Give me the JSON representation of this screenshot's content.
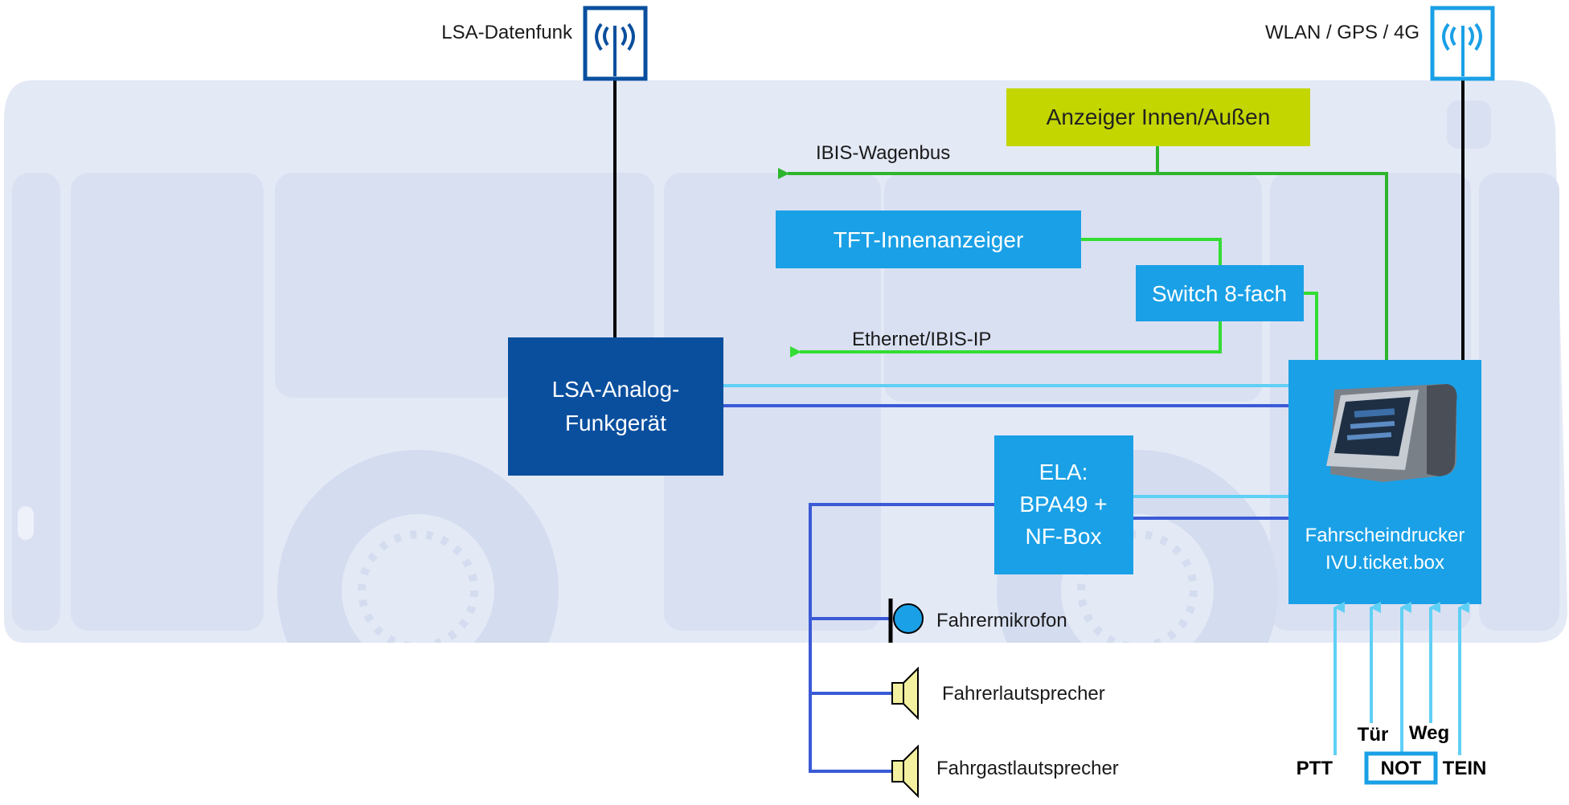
{
  "antennas": {
    "lsa_label": "LSA-Datenfunk",
    "wlan_label": "WLAN / GPS / 4G"
  },
  "boxes": {
    "anzeiger": "Anzeiger Innen/Außen",
    "tft": "TFT-Innenanzeiger",
    "switch": "Switch 8-fach",
    "lsa_line1": "LSA-Analog-",
    "lsa_line2": "Funkgerät",
    "ela_line1": "ELA:",
    "ela_line2": "BPA49 +",
    "ela_line3": "NF-Box",
    "ticket_line1": "Fahrscheindrucker",
    "ticket_line2": "IVU.ticket.box"
  },
  "buses": {
    "ibis_wagenbus": "IBIS-Wagenbus",
    "ethernet": "Ethernet/IBIS-IP"
  },
  "audio": {
    "mic": "Fahrermikrofon",
    "driver_speaker": "Fahrerlautsprecher",
    "passenger_speaker": "Fahrgastlautsprecher"
  },
  "signals": {
    "ptt": "PTT",
    "tuer": "Tür",
    "not": "NOT",
    "weg": "Weg",
    "tein": "TEIN"
  },
  "colors": {
    "bus_silhouette": "#dde4f4",
    "dark_blue": "#0a4f9e",
    "mid_blue": "#1aa0e6",
    "light_blue": "#5fd0f5",
    "green": "#2db52d",
    "lime": "#c3d600",
    "line_blue": "#3a5ad6"
  }
}
